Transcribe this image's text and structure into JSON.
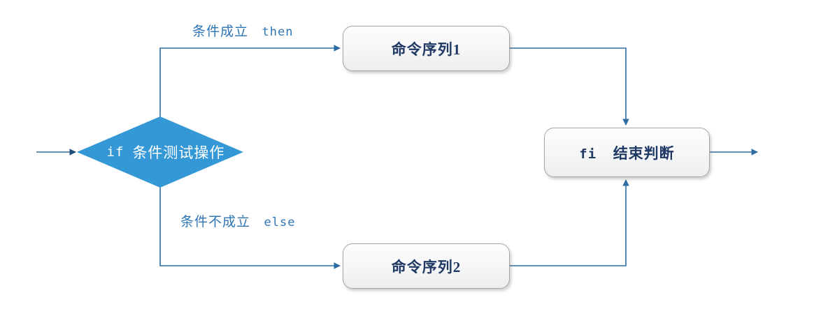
{
  "diagram": {
    "title": "if-else shell flow chart",
    "colors": {
      "accent_blue": "#3498d6",
      "line_blue": "#2e6da4",
      "label_blue": "#2e75b6",
      "box_text": "#1f3864",
      "box_border": "#a6a6a6",
      "background": "#ffffff"
    },
    "decision": {
      "name": "if-condition-test",
      "keyword": "if",
      "text": "条件测试操作",
      "shape": "diamond"
    },
    "nodes": [
      {
        "id": "then-branch",
        "label": "命令序列1",
        "shape": "rounded-rect"
      },
      {
        "id": "else-branch",
        "label": "命令序列2",
        "shape": "rounded-rect"
      },
      {
        "id": "end-if",
        "keyword": "fi",
        "text": "结束判断",
        "label": "fi 结束判断",
        "shape": "rounded-rect"
      }
    ],
    "edges": [
      {
        "id": "true-branch",
        "label_cn": "条件成立",
        "label_kw": "then"
      },
      {
        "id": "false-branch",
        "label_cn": "条件不成立",
        "label_kw": "else"
      }
    ]
  }
}
